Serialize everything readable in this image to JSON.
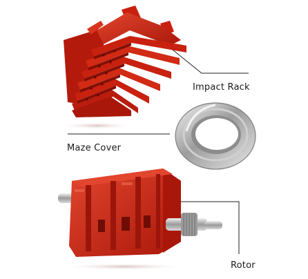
{
  "labels": {
    "impact_rack": "Impact Rack",
    "maze_cover": "Maze Cover",
    "rotor": "Rotor"
  },
  "colors": {
    "part_red": "#c8210f",
    "part_red_dark": "#8f1208",
    "part_red_light": "#e2462e",
    "steel": "#b4b4b4",
    "leader_line": "#222222"
  }
}
